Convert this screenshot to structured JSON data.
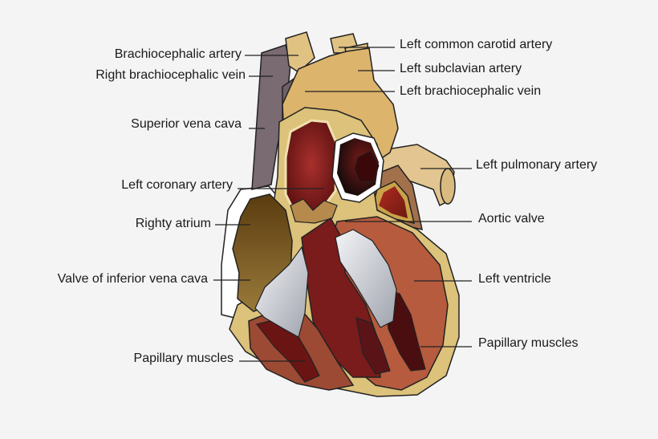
{
  "labels": {
    "brachiocephalic_artery": "Brachiocephalic artery",
    "right_brachiocephalic_vein": "Right brachiocephalic vein",
    "superior_vena_cava": "Superior vena cava",
    "left_coronary_artery": "Left coronary artery",
    "righty_atrium": "Righty atrium",
    "valve_inferior_vena_cava": "Valve of inferior vena cava",
    "papillary_muscles_left": "Papillary muscles",
    "left_common_carotid_artery": "Left common carotid artery",
    "left_subclavian_artery": "Left subclavian artery",
    "left_brachiocephalic_vein": "Left brachiocephalic vein",
    "left_pulmonary_artery": "Left pulmonary artery",
    "aortic_valve": "Aortic valve",
    "left_ventricle": "Left ventricle",
    "papillary_muscles_right": "Papillary muscles"
  },
  "colors": {
    "background": "#f4f4f4",
    "vessel_tan": "#e0c283",
    "vein_purple": "#6f6068",
    "fat_yellow": "#dcc27a",
    "ventricle_brown": "#b65b3e",
    "muscle_dark": "#5a1417",
    "atrium_olive": "#7a5c22",
    "valve_silver": "#c9ccd4"
  }
}
